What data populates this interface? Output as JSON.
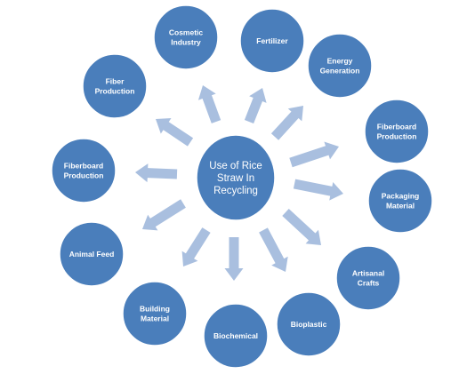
{
  "center": {
    "lines": [
      "Use of Rice",
      "Straw In",
      "Recycling"
    ]
  },
  "nodes": [
    {
      "id": "cosmetic-industry",
      "lines": [
        "Cosmetic",
        "Industry"
      ]
    },
    {
      "id": "fertilizer",
      "lines": [
        "Fertilizer"
      ]
    },
    {
      "id": "energy-generation",
      "lines": [
        "Energy",
        "Generation"
      ]
    },
    {
      "id": "fiberboard-production-right",
      "lines": [
        "Fiberboard",
        "Production"
      ]
    },
    {
      "id": "packaging-material",
      "lines": [
        "Packaging",
        "Material"
      ]
    },
    {
      "id": "artisanal-crafts",
      "lines": [
        "Artisanal",
        "Crafts"
      ]
    },
    {
      "id": "bioplastic",
      "lines": [
        "Bioplastic"
      ]
    },
    {
      "id": "biochemical",
      "lines": [
        "Biochemical"
      ]
    },
    {
      "id": "building-material",
      "lines": [
        "Building",
        "Material"
      ]
    },
    {
      "id": "animal-feed",
      "lines": [
        "Animal Feed"
      ]
    },
    {
      "id": "fiberboard-production-left",
      "lines": [
        "Fiberboard",
        "Production"
      ]
    },
    {
      "id": "fiber-production",
      "lines": [
        "Fiber",
        "Production"
      ]
    }
  ],
  "colors": {
    "circle_fill": "#4a7ebb",
    "circle_stroke": "#ffffff",
    "arrow_fill": "#a9bfdf",
    "text": "#ffffff"
  }
}
